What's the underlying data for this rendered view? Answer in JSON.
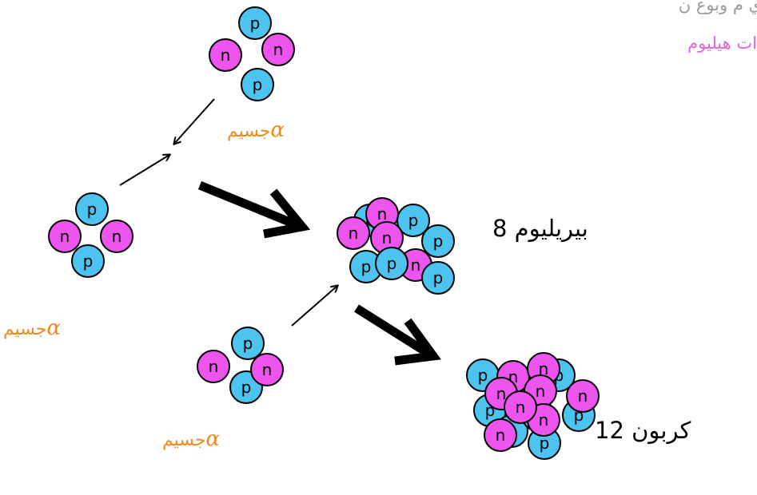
{
  "header": {
    "line1": "ي م وبوع ن",
    "line2": "ات هيليوم",
    "line1_color": "#9a9a9a",
    "line2_color": "#e066e0"
  },
  "alpha_label": {
    "symbol": "α",
    "word": "جسيم"
  },
  "isotopes": {
    "beryllium": "بيريليوم 8",
    "carbon": "كربون 12"
  },
  "nucleon_labels": {
    "proton": "p",
    "neutron": "n"
  },
  "colors": {
    "proton": "#4dc3f0",
    "neutron": "#ee55ee",
    "alpha_text": "#f08a1e",
    "arrow": "#000000"
  }
}
